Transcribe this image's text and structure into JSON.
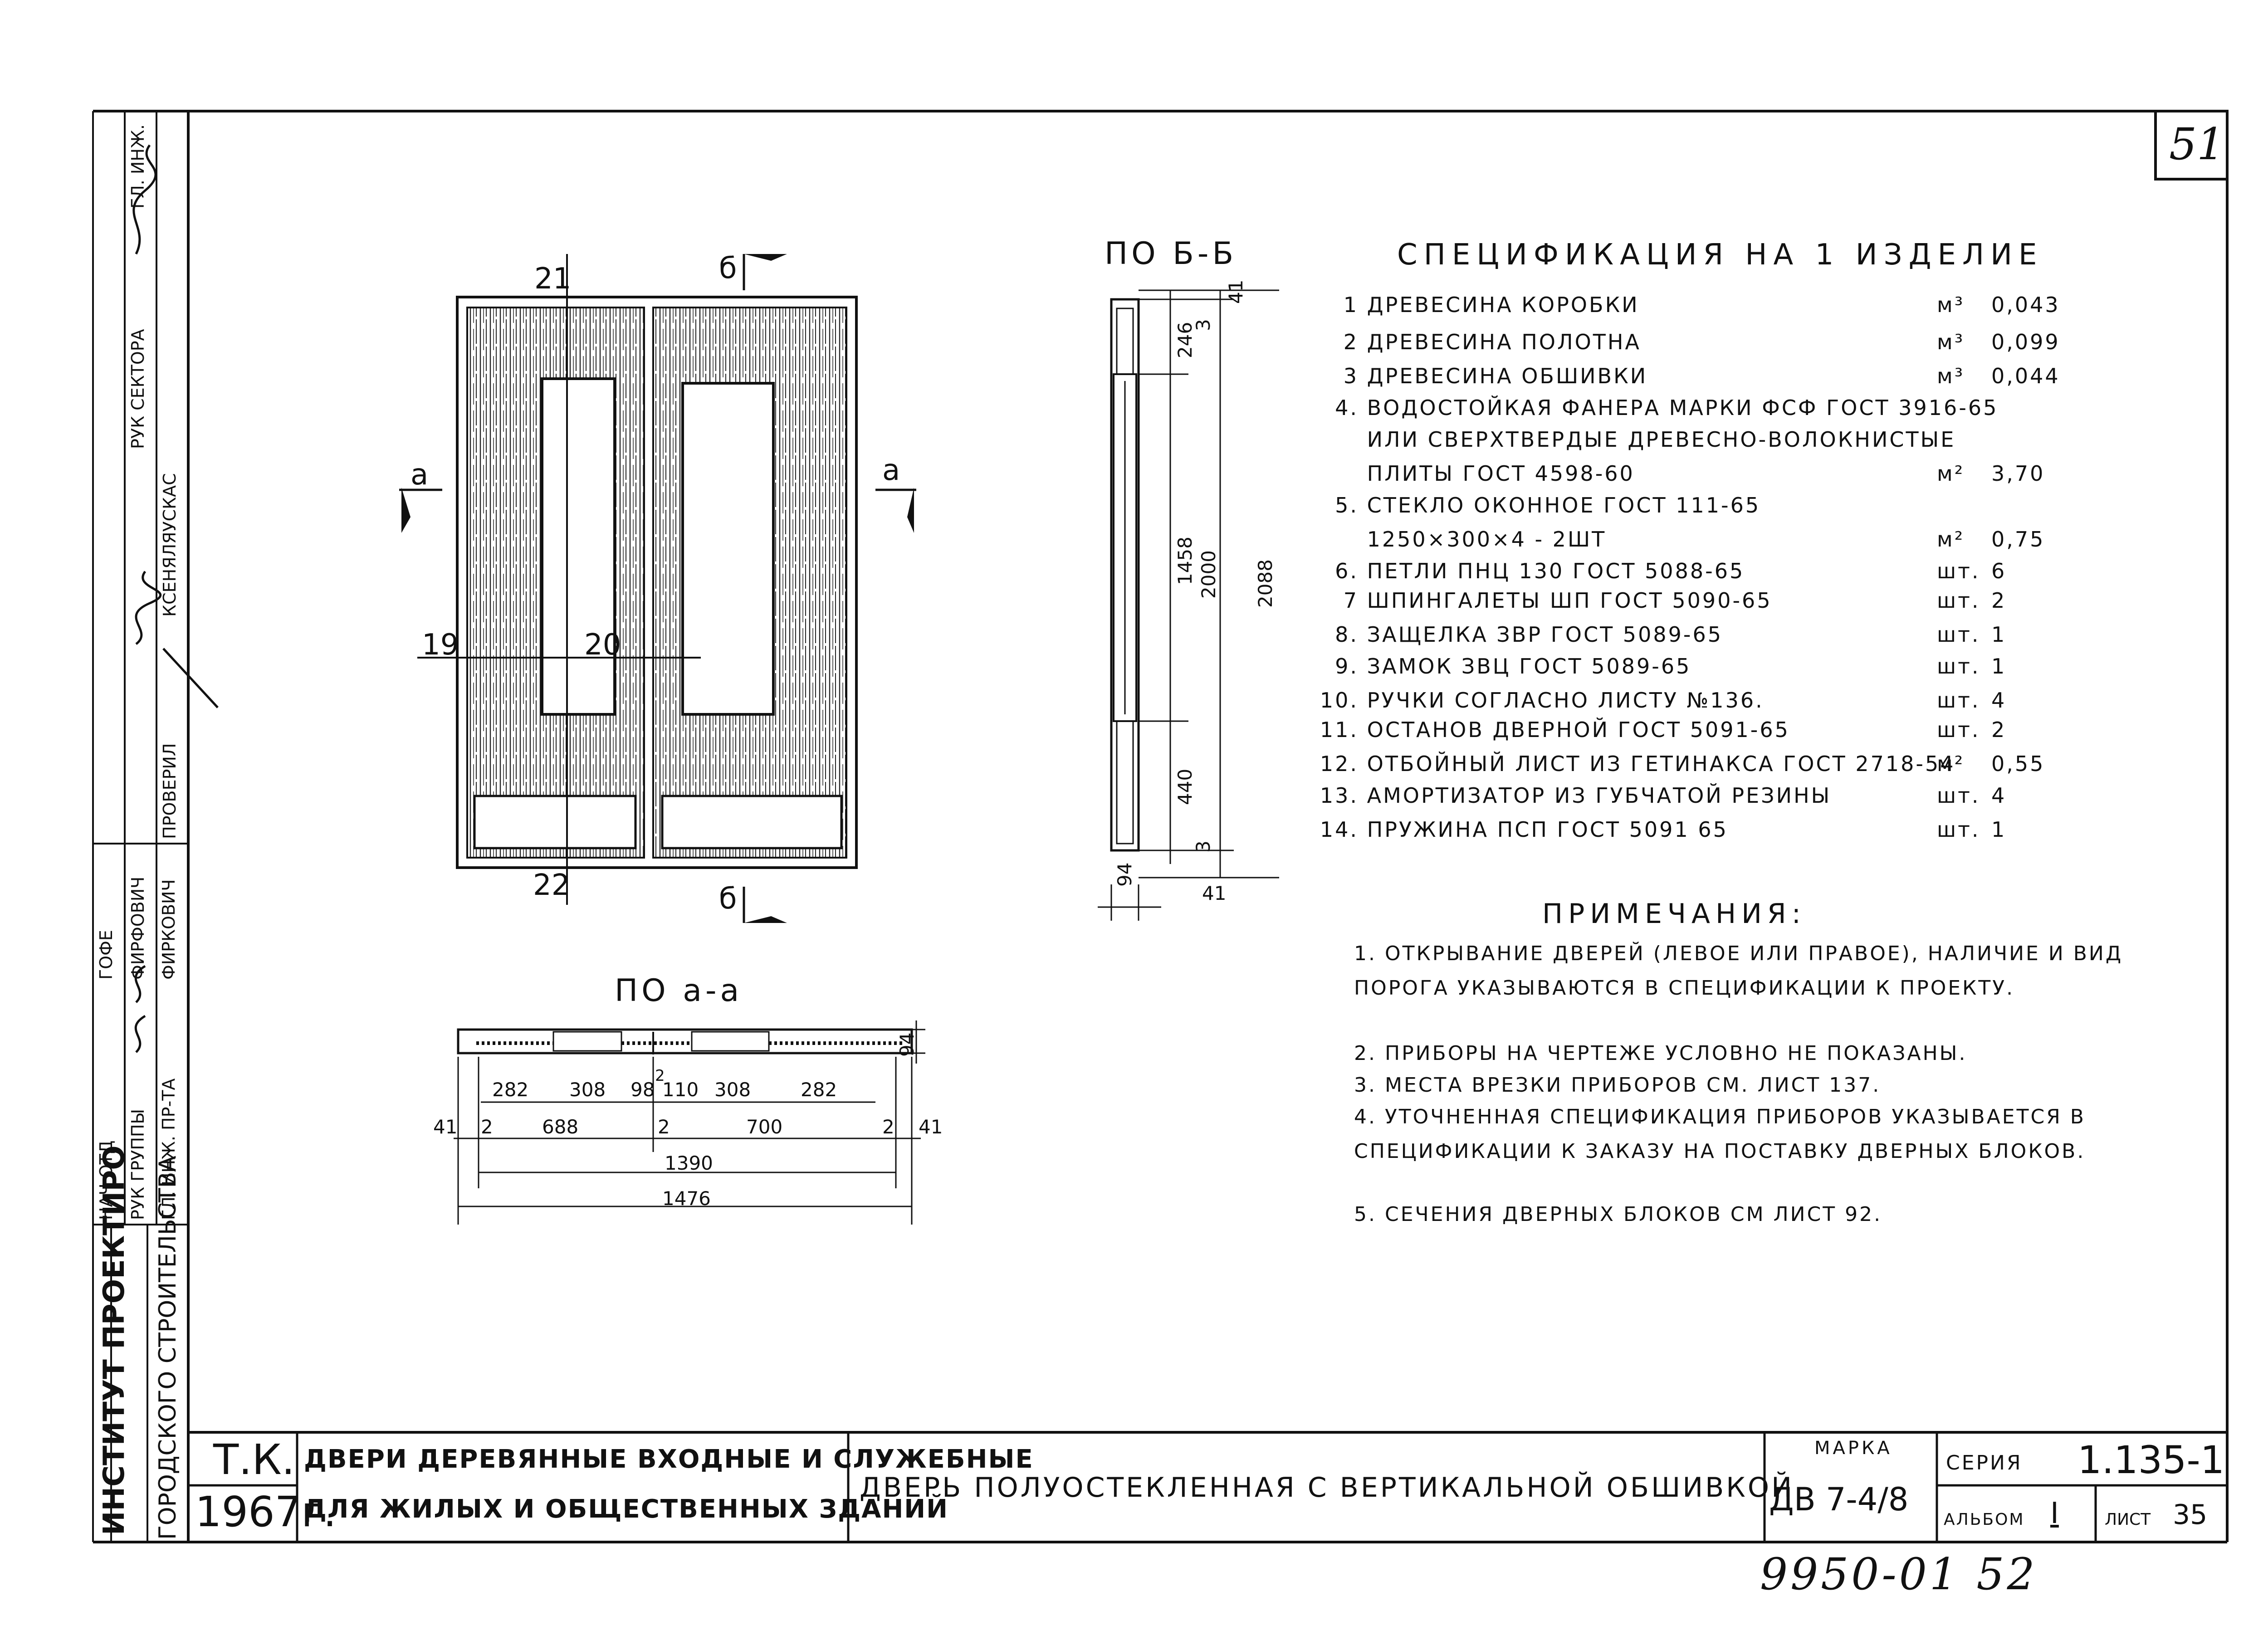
{
  "sheet": {
    "sheet_number": "51",
    "footer_handwritten": "9950-01  52"
  },
  "sections": {
    "b_b_title": "ПО Б-Б",
    "a_a_title": "ПО а-а",
    "cut_a": "а",
    "cut_b": "б",
    "leaf_marks": [
      "21",
      "22",
      "19",
      "20"
    ]
  },
  "dimensions": {
    "bb_vertical": [
      "41",
      "3",
      "246",
      "1458",
      "2000",
      "2088",
      "440",
      "3",
      "41"
    ],
    "bb_thickness": "94",
    "aa_top": [
      "282",
      "308",
      "98",
      "2",
      "110",
      "308",
      "282"
    ],
    "aa_mid": [
      "41",
      "2",
      "688",
      "2",
      "700",
      "2",
      "41"
    ],
    "aa_inner_total": "1390",
    "aa_total": "1476",
    "aa_thickness": "94"
  },
  "specification": {
    "title": "СПЕЦИФИКАЦИЯ НА 1 ИЗДЕЛИЕ",
    "rows": [
      {
        "n": "1",
        "text": "ДРЕВЕСИНА КОРОБКИ",
        "unit": "м³",
        "qty": "0,043"
      },
      {
        "n": "2",
        "text": "ДРЕВЕСИНА ПОЛОТНА",
        "unit": "м³",
        "qty": "0,099"
      },
      {
        "n": "3",
        "text": "ДРЕВЕСИНА ОБШИВКИ",
        "unit": "м³",
        "qty": "0,044"
      },
      {
        "n": "4.",
        "text": "ВОДОСТОЙКАЯ ФАНЕРА МАРКИ ФСФ ГОСТ 3916-65",
        "unit": "",
        "qty": ""
      },
      {
        "n": "",
        "text": "ИЛИ СВЕРХТВЕРДЫЕ ДРЕВЕСНО-ВОЛОКНИСТЫЕ",
        "unit": "",
        "qty": ""
      },
      {
        "n": "",
        "text": "ПЛИТЫ ГОСТ 4598-60",
        "unit": "м²",
        "qty": "3,70"
      },
      {
        "n": "5.",
        "text": "СТЕКЛО ОКОННОЕ ГОСТ 111-65",
        "unit": "",
        "qty": ""
      },
      {
        "n": "",
        "text": "1250×300×4 - 2ШТ",
        "unit": "м²",
        "qty": "0,75"
      },
      {
        "n": "6.",
        "text": "ПЕТЛИ ПНЦ 130 ГОСТ 5088-65",
        "unit": "шт.",
        "qty": "6"
      },
      {
        "n": "7",
        "text": "ШПИНГАЛЕТЫ ШП ГОСТ 5090-65",
        "unit": "шт.",
        "qty": "2"
      },
      {
        "n": "8.",
        "text": "ЗАЩЕЛКА ЗВР ГОСТ 5089-65",
        "unit": "шт.",
        "qty": "1"
      },
      {
        "n": "9.",
        "text": "ЗАМОК ЗВЦ ГОСТ 5089-65",
        "unit": "шт.",
        "qty": "1"
      },
      {
        "n": "10.",
        "text": "РУЧКИ СОГЛАСНО ЛИСТУ №136.",
        "unit": "шт.",
        "qty": "4"
      },
      {
        "n": "11.",
        "text": "ОСТАНОВ ДВЕРНОЙ ГОСТ 5091-65",
        "unit": "шт.",
        "qty": "2"
      },
      {
        "n": "12.",
        "text": "ОТБОЙНЫЙ ЛИСТ ИЗ ГЕТИНАКСА ГОСТ 2718-54",
        "unit": "м²",
        "qty": "0,55"
      },
      {
        "n": "13.",
        "text": "АМОРТИЗАТОР ИЗ ГУБЧАТОЙ РЕЗИНЫ",
        "unit": "шт.",
        "qty": "4"
      },
      {
        "n": "14.",
        "text": "ПРУЖИНА ПСП ГОСТ 5091 65",
        "unit": "шт.",
        "qty": "1"
      }
    ]
  },
  "notes": {
    "title": "ПРИМЕЧАНИЯ:",
    "items": [
      {
        "n": "1.",
        "text": "ОТКРЫВАНИЕ ДВЕРЕЙ (ЛЕВОЕ ИЛИ ПРАВОЕ), НАЛИЧИЕ И ВИД ПОРОГА УКАЗЫВАЮТСЯ В СПЕЦИФИКАЦИИ К ПРОЕКТУ."
      },
      {
        "n": "2.",
        "text": "ПРИБОРЫ НА ЧЕРТЕЖЕ УСЛОВНО НЕ ПОКАЗАНЫ."
      },
      {
        "n": "3.",
        "text": "МЕСТА ВРЕЗКИ ПРИБОРОВ СМ. ЛИСТ 137."
      },
      {
        "n": "4.",
        "text": "УТОЧНЕННАЯ СПЕЦИФИКАЦИЯ ПРИБОРОВ УКАЗЫВАЕТСЯ В СПЕЦИФИКАЦИИ К ЗАКАЗУ НА ПОСТАВКУ ДВЕРНЫХ БЛОКОВ."
      },
      {
        "n": "5.",
        "text": "СЕЧЕНИЯ ДВЕРНЫХ БЛОКОВ СМ ЛИСТ 92."
      }
    ]
  },
  "title_block": {
    "tk": "Т.К.",
    "year": "1967г.",
    "subject_line1": "ДВЕРИ ДЕРЕВЯННЫЕ ВХОДНЫЕ И СЛУЖЕБНЫЕ",
    "subject_line2": "ДЛЯ ЖИЛЫХ И ОБЩЕСТВЕННЫХ ЗДАНИЙ",
    "product": "ДВЕРЬ ПОЛУОСТЕКЛЕННАЯ С ВЕРТИКАЛЬНОЙ ОБШИВКОЙ",
    "marka_label": "МАРКА",
    "marka": "ДВ 7-4/8",
    "series_label": "СЕРИЯ",
    "series": "1.135-1",
    "album_label": "АЛЬБОМ",
    "album": "I",
    "list_label": "ЛИСТ",
    "list": "35"
  },
  "side_block": {
    "institute": "ИНСТИТУТ ПРОЕКТИРО",
    "department": "ГОРОДСКОГО СТРОИТЕЛЬСТВА",
    "roles": [
      "ГЛ. ИНЖ. ПР-ТА",
      "РУК ГРУППЫ",
      "НАЧ ОТД"
    ],
    "names": [
      "ФИРКОВИЧ",
      "ФИРФОВИЧ",
      "ГОФЕ"
    ],
    "check_label": "ПРОВЕРИЛ",
    "author": "КСЕНЯЛЯУСКАС",
    "top_labels": [
      "РУК СЕКТОРА",
      "ГЛ. ИНЖ."
    ]
  }
}
